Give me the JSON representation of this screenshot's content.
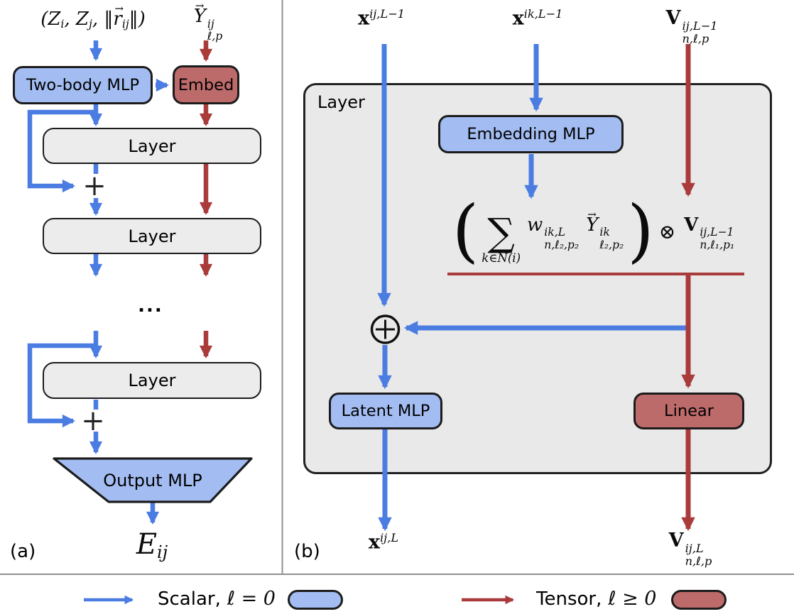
{
  "colors": {
    "scalar": "#4a7ce2",
    "scalar_fill": "#a3bdf2",
    "tensor": "#a93b3b",
    "tensor_fill": "#bd6a6a",
    "box_fill": "#ececec",
    "panel_fill": "#e9e9e9",
    "border": "#1c1c1c",
    "divider": "#909090"
  },
  "symbols": {
    "plus": "+",
    "dots": "...",
    "sum": "∑",
    "otimes": "⊗",
    "vec_arrow": "→",
    "paren_open": "(",
    "paren_close": ")"
  },
  "panel_a": {
    "tag": "(a)",
    "atomic_input": [
      {
        "t": "(Z"
      },
      {
        "sub": "i"
      },
      {
        "t": ", Z"
      },
      {
        "sub": "j"
      },
      {
        "t": ", ‖"
      },
      {
        "vec": "r"
      },
      {
        "sub": "ij"
      },
      {
        "t": "‖)"
      }
    ],
    "ylm_input": [
      {
        "vec": "Y"
      },
      {
        "sup": "ij",
        "sub": "ℓ,p"
      }
    ],
    "two_body_mlp": "Two-body MLP",
    "embed": "Embed",
    "layer1": "Layer",
    "layer2": "Layer",
    "layer3": "Layer",
    "output_mlp": "Output MLP",
    "energy": [
      {
        "t": "E"
      },
      {
        "sub": "ij"
      }
    ]
  },
  "panel_b": {
    "tag": "(b)",
    "layer_label": "Layer",
    "in_x_ij": [
      {
        "b": "x"
      },
      {
        "sup": "ij,L−1"
      }
    ],
    "in_x_ik": [
      {
        "b": "x"
      },
      {
        "sup": "ik,L−1"
      }
    ],
    "in_V": [
      {
        "b": "V"
      },
      {
        "sup": "ij,L−1",
        "sub": "n,ℓ,p"
      }
    ],
    "embedding_mlp": "Embedding MLP",
    "latent_mlp": "Latent MLP",
    "linear": "Linear",
    "formula": {
      "sum_under": [
        {
          "t": "k∈N(i)"
        }
      ],
      "w_term": [
        {
          "t": "w"
        },
        {
          "sup": "ik,L",
          "sub": "n,ℓ₂,p₂"
        }
      ],
      "y_term": [
        {
          "vec": "Y"
        },
        {
          "sup": "ik",
          "sub": "ℓ₂,p₂"
        }
      ],
      "v_term": [
        {
          "b": "V"
        },
        {
          "sup": "ij,L−1",
          "sub": "n,ℓ₁,p₁"
        }
      ]
    },
    "out_x": [
      {
        "b": "x"
      },
      {
        "sup": "ij,L"
      }
    ],
    "out_V": [
      {
        "b": "V"
      },
      {
        "sup": "ij,L",
        "sub": "n,ℓ,p"
      }
    ]
  },
  "legend": {
    "scalar_label": "Scalar,",
    "scalar_math": [
      {
        "t": "ℓ = 0"
      }
    ],
    "tensor_label": "Tensor,",
    "tensor_math": [
      {
        "t": "ℓ ≥ 0"
      }
    ]
  }
}
